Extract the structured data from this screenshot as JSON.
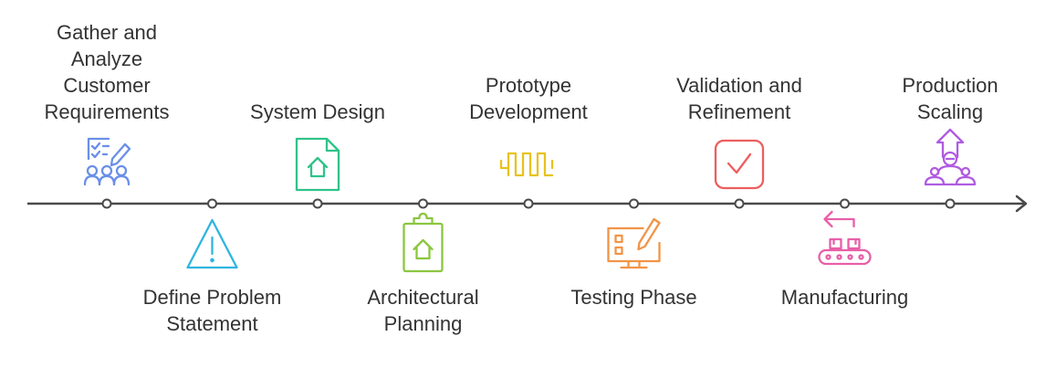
{
  "timeline": {
    "line_color": "#4a4a4a",
    "steps": [
      {
        "label": "Gather and\nAnalyze\nCustomer\nRequirements",
        "position": "top",
        "icon": "requirements-checklist-team-icon",
        "color": "#6a8fe8"
      },
      {
        "label": "Define Problem\nStatement",
        "position": "bottom",
        "icon": "warning-triangle-icon",
        "color": "#2fb5e0"
      },
      {
        "label": "System Design",
        "position": "top",
        "icon": "document-house-icon",
        "color": "#2fc38a"
      },
      {
        "label": "Architectural\nPlanning",
        "position": "bottom",
        "icon": "clipboard-house-icon",
        "color": "#8cc63f"
      },
      {
        "label": "Prototype\nDevelopment",
        "position": "top",
        "icon": "waveform-icon",
        "color": "#e8c21e"
      },
      {
        "label": "Testing Phase",
        "position": "bottom",
        "icon": "monitor-pencil-icon",
        "color": "#f29447"
      },
      {
        "label": "Validation and\nRefinement",
        "position": "top",
        "icon": "checkbox-icon",
        "color": "#ee5e5e"
      },
      {
        "label": "Manufacturing",
        "position": "bottom",
        "icon": "conveyor-belt-icon",
        "color": "#e85fa8"
      },
      {
        "label": "Production\nScaling",
        "position": "top",
        "icon": "scaling-team-arrow-icon",
        "color": "#b05be0"
      }
    ]
  }
}
